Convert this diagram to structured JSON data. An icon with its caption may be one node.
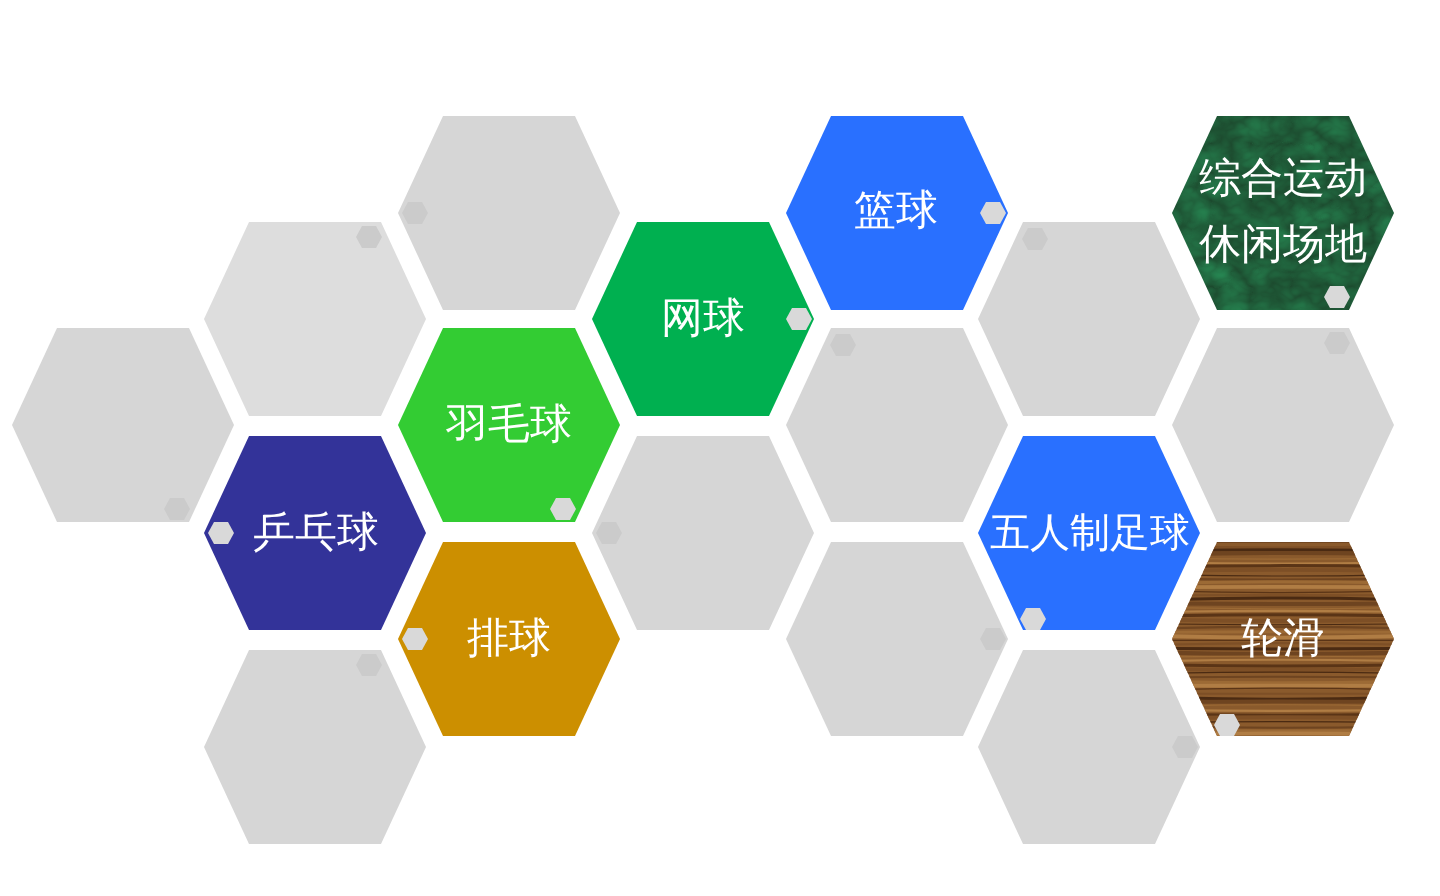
{
  "diagram": {
    "nodes": [
      {
        "text": [],
        "shape": "hexagon"
      },
      {
        "text": [],
        "shape": "hexagon"
      },
      {
        "text": [
          "乒乓球"
        ]
      },
      {
        "text": [],
        "shape": "hexagon"
      },
      {
        "text": [],
        "shape": "hexagon"
      },
      {
        "text": [
          "羽毛球"
        ]
      },
      {
        "text": [
          "排球"
        ]
      },
      {
        "text": [
          "网球"
        ]
      },
      {
        "text": [],
        "shape": "hexagon"
      },
      {
        "text": [
          "篮球"
        ]
      },
      {
        "text": [],
        "shape": "hexagon"
      },
      {
        "text": [],
        "shape": "hexagon"
      },
      {
        "text": [],
        "shape": "hexagon"
      },
      {
        "text": [
          "五人制足球"
        ]
      },
      {
        "text": [],
        "shape": "hexagon"
      },
      {
        "text": [
          "综合运动休闲场地"
        ]
      },
      {
        "text": [],
        "shape": "hexagon"
      },
      {
        "text": [
          "轮滑"
        ]
      }
    ]
  }
}
